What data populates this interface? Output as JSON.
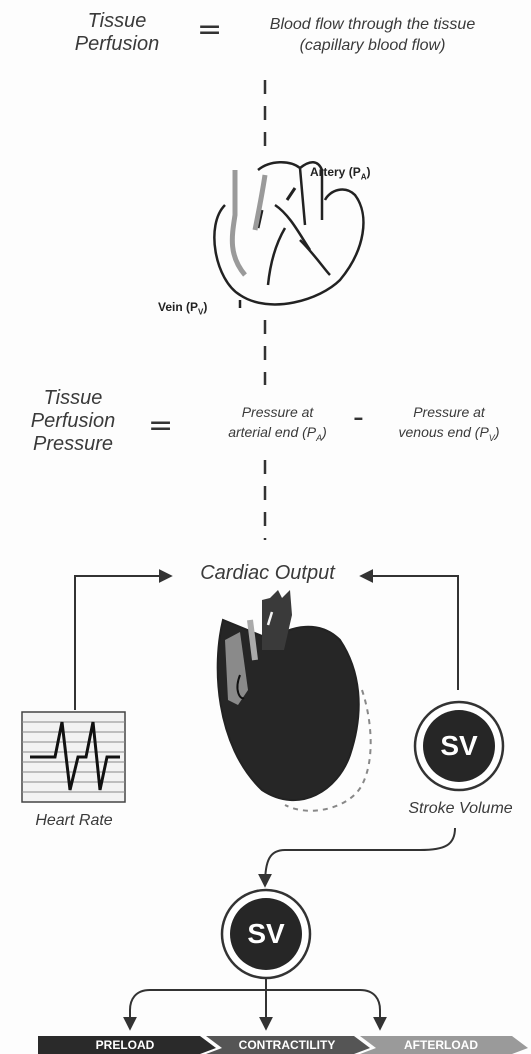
{
  "row1": {
    "left_line1": "Tissue",
    "left_line2": "Perfusion",
    "right_line1": "Blood flow through the tissue",
    "right_line2": "(capillary blood flow)"
  },
  "heart1": {
    "artery_text": "Artery",
    "artery_sub": "A",
    "vein_text": "Vein",
    "vein_sub": "V"
  },
  "row2": {
    "left_line1": "Tissue",
    "left_line2": "Perfusion",
    "left_line3": "Pressure",
    "mid_line1": "Pressure at",
    "mid_line2": "arterial end",
    "mid_sub": "A",
    "right_line1": "Pressure at",
    "right_line2": "venous end",
    "right_sub": "V"
  },
  "co": {
    "title": "Cardiac Output",
    "heart_rate": "Heart Rate",
    "stroke_volume": "Stroke Volume",
    "sv_badge": "SV"
  },
  "sv2": {
    "badge": "SV"
  },
  "bar": {
    "preload": "PRELOAD",
    "contractility": "CONTRACTILITY",
    "afterload": "AFTERLOAD",
    "colors": {
      "preload": "#2a2a2a",
      "contractility": "#555555",
      "afterload": "#9a9a9a"
    }
  }
}
